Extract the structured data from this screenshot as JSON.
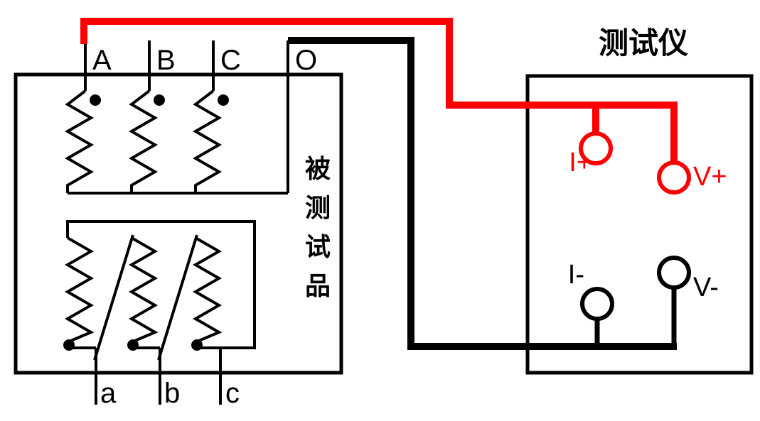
{
  "diagram": {
    "tester_title": "测试仪",
    "device_label_chars": [
      "被",
      "测",
      "试",
      "品"
    ],
    "primary_terminals": [
      "A",
      "B",
      "C",
      "O"
    ],
    "secondary_terminals": [
      "a",
      "b",
      "c"
    ],
    "tester_terminals": {
      "i_plus": "I+",
      "v_plus": "V+",
      "i_minus": "I-",
      "v_minus": "V-"
    },
    "colors": {
      "wire_hot": "#ff0000",
      "wire_return": "#000000",
      "line": "#000000",
      "background": "#ffffff"
    }
  }
}
